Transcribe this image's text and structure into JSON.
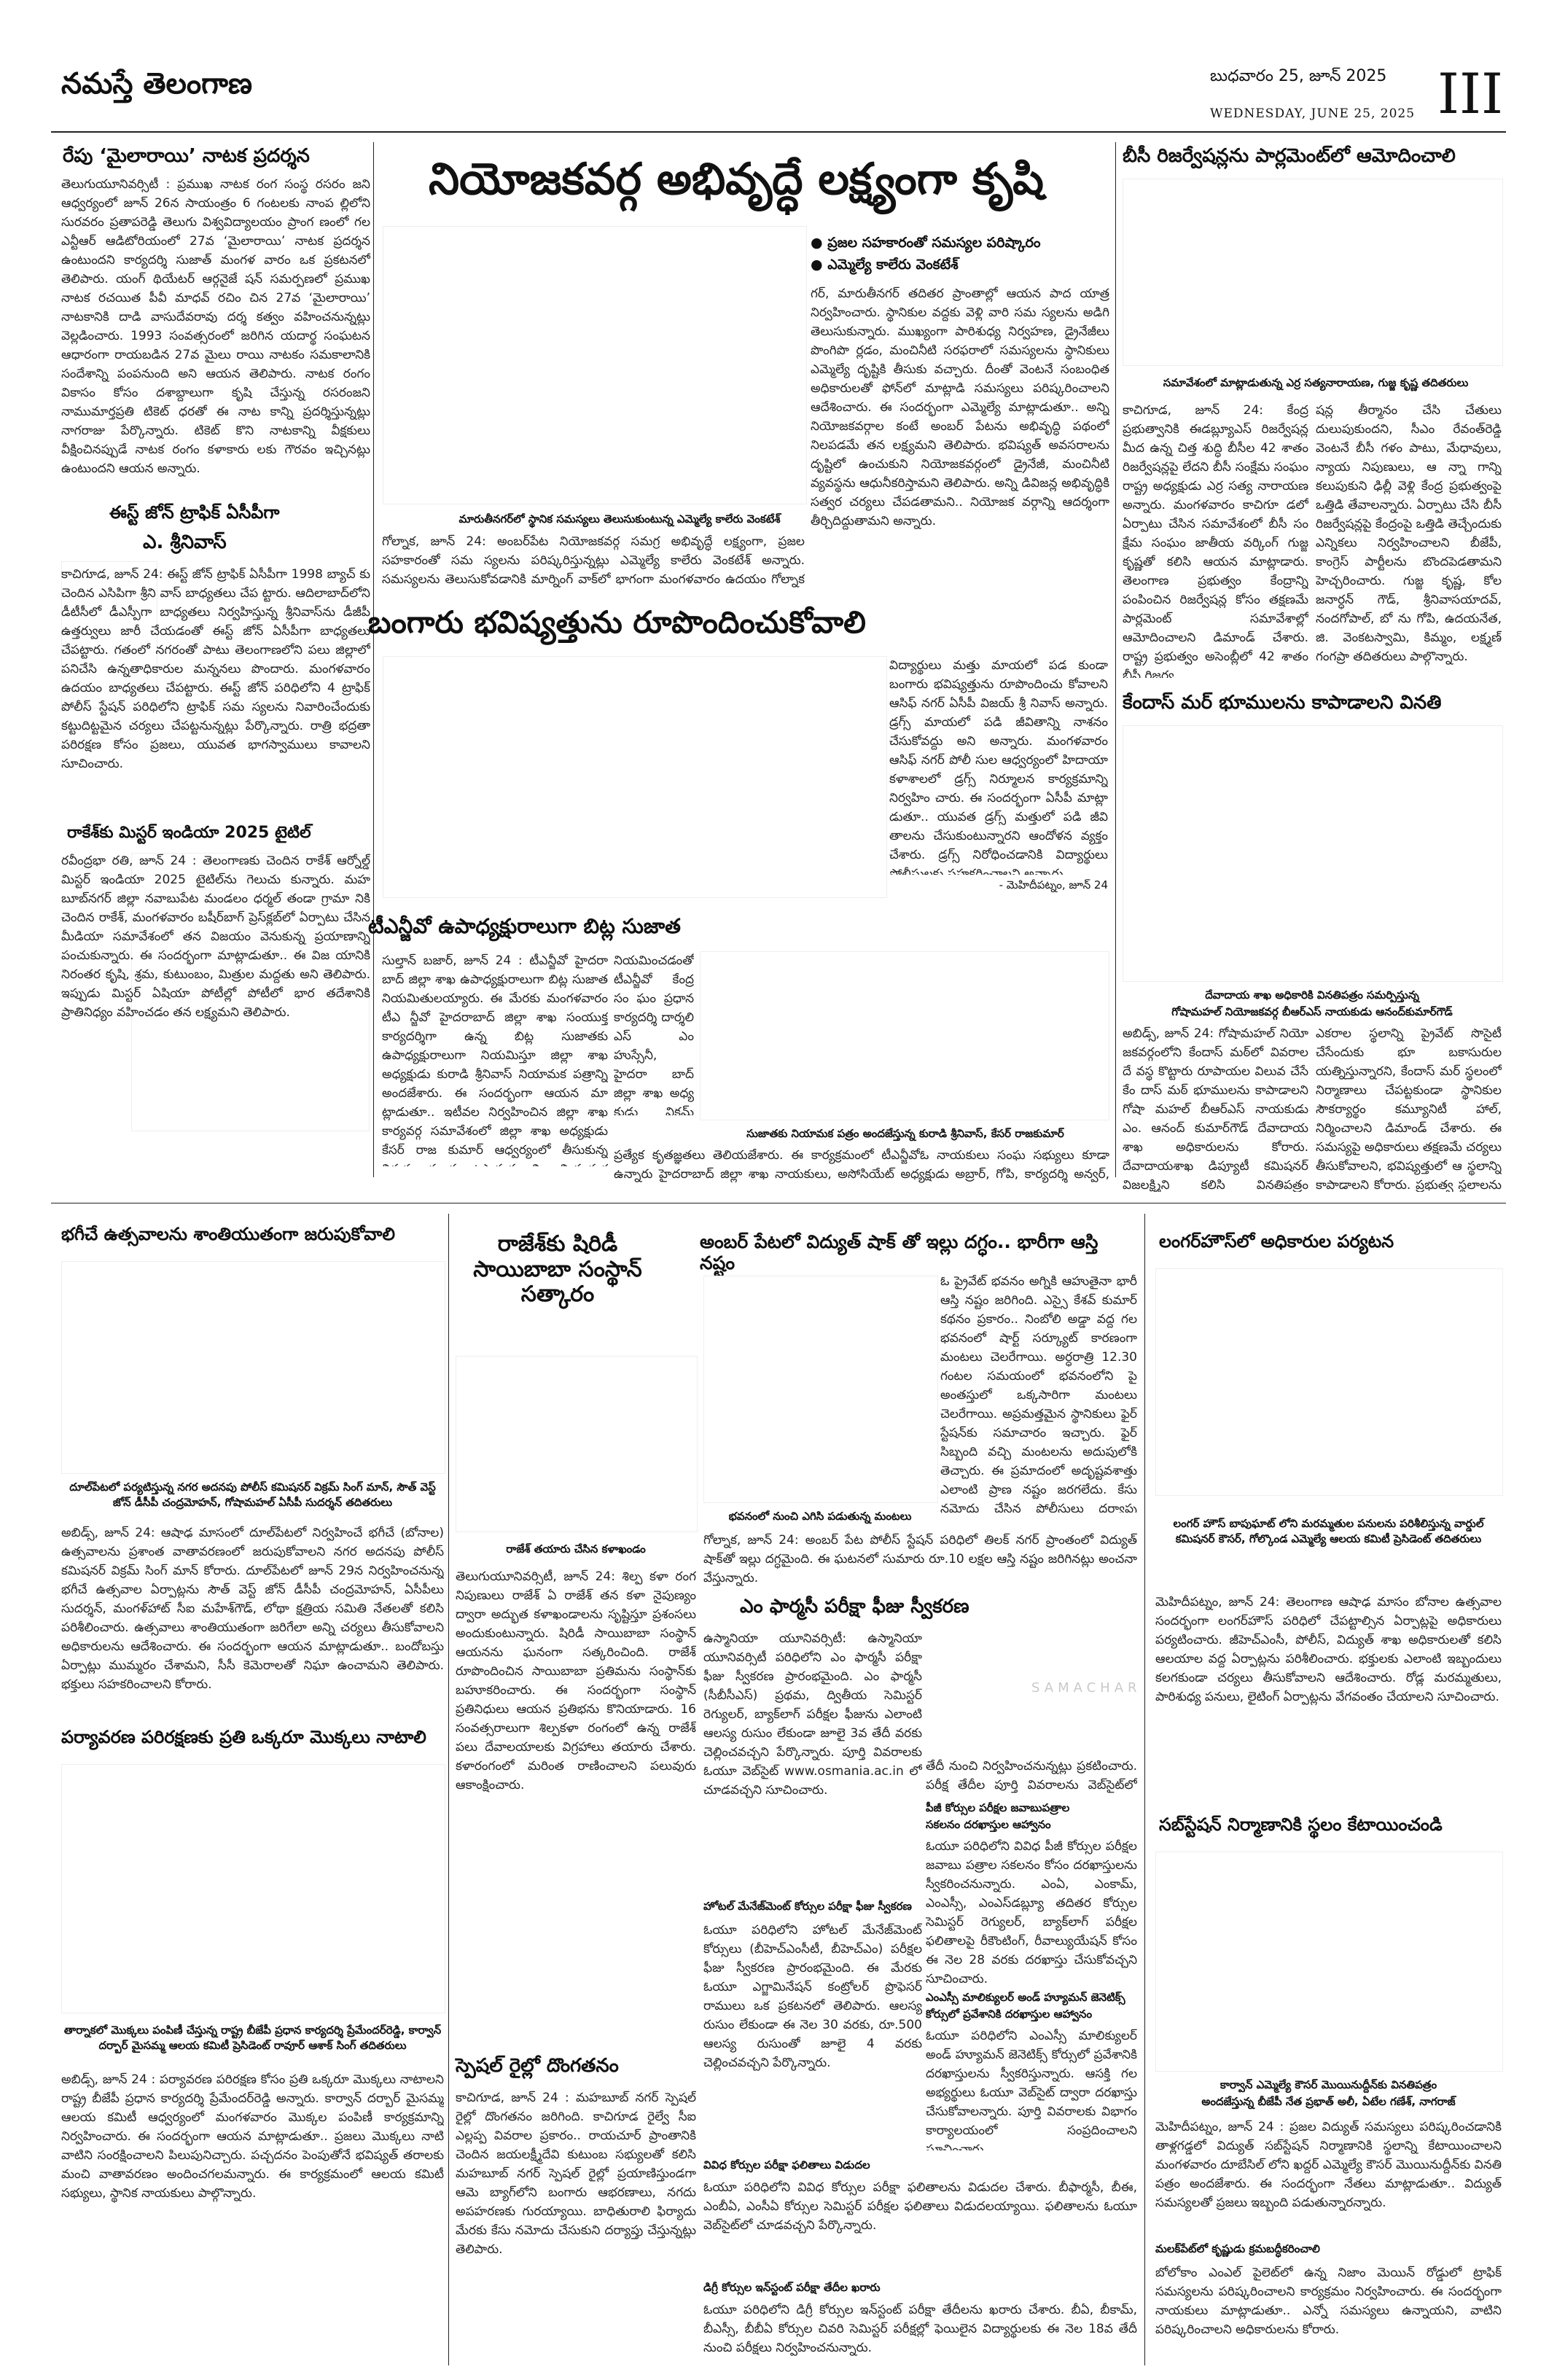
{
  "masthead": {
    "brand": "నమస్తే తెలంగాణ",
    "date_te": "బుధవారం 25, జూన్ 2025",
    "date_en": "WEDNESDAY, JUNE 25, 2025",
    "page": "III"
  },
  "mailarayi": {
    "headline": "రేపు ‘మైలారాయి’ నాటక ప్రదర్శన",
    "body": "తెలుగుయూనివర్సిటీ : ప్రముఖ నాటక రంగ సంస్థ రసరం జని ఆధ్వర్యంలో జూన్ 26న సాయంత్రం 6 గంటలకు నాంప ల్లిలోని సురవరం ప్రతాపరెడ్డి తెలుగు విశ్వవిద్యాలయం ప్రాంగ ణంలో గల ఎన్టీఆర్ ఆడిటోరియంలో 27వ ‘మైలారాయి’ నాటక ప్రదర్శన ఉంటుందని కార్యదర్శి సుజాత్ మంగళ వారం ఒక ప్రకటనలో తెలిపారు. యంగ్ థియేటర్ ఆర్గనైజే షన్ సమర్పణలో ప్రముఖ నాటక రచయిత పీవీ మాధవ్ రచిం చిన 27వ ‘మైలారాయి’ నాటకానికి దాడి వాసుదేవరావు దర్శ కత్వం వహించనున్నట్లు వెల్లడించారు. 1993 సంవత్సరంలో జరిగిన యదార్థ సంఘటన ఆధారంగా రాయబడిన 27వ మైలు రాయి నాటకం సమకాలానికి సందేశాన్ని పంపనుంది అని ఆయన తెలిపారు. నాటక రంగం వికాసం కోసం దశాబ్దాలుగా కృషి చేస్తున్న రసరంజని నాముమార్తప్రతి టికెట్ ధరతో ఈ నాట కాన్ని ప్రదర్శిస్తున్నట్లు నాగరాజు పేర్కొన్నారు. టికెట్ కొని నాటకాన్ని వీక్షకులు వీక్షించినప్పుడే నాటక రంగం కళాకారు లకు గౌరవం ఇచ్చినట్లు ఉంటుందని ఆయన అన్నారు."
  },
  "acp": {
    "headline": "ఈస్ట్ జోన్ ట్రాఫిక్ ఏసీపీగా",
    "name": "ఎ. శ్రీనివాస్",
    "body": "కాచిగూడ, జూన్ 24: ఈస్ట్ జోన్ ట్రాఫిక్ ఏసీపీగా 1998 బ్యాచ్ కు చెందిన ఎసిపిగా శ్రీని వాస్ బాధ్యతలు చేప ట్టారు. ఆదిలాబాద్‌లోని డీటీసీలో డీఎస్పీగా బాధ్యతలు నిర్వహిస్తున్న శ్రీనివాస్‌ను డీజీపీ ఉత్తర్వులు జారీ చేయడంతో ఈస్ట్ జోన్ ఏసీపీగా బాధ్యతలు చేపట్టారు. గతంలో నగరంతో పాటు తెలంగాణలోని పలు జిల్లాలో పనిచేసి ఉన్నతాధికారుల మన్ననలు పొందారు. మంగళవారం ఉదయం బాధ్యతలు చేపట్టారు. ఈస్ట్ జోన్ పరిధిలోని 4 ట్రాఫిక్ పోలీస్ స్టేషన్ పరిధిలోని ట్రాఫిక్ సమ స్యలను నివారించేందుకు కట్టుదిట్టమైన చర్యలు చేపట్టనున్నట్లు పేర్కొన్నారు. రాత్రి భద్రతా పరిరక్షణ కోసం ప్రజలు, యువత భాగస్వాములు కావాలని సూచించారు."
  },
  "mrindia": {
    "headline": "రాకేశ్‌కు మిస్టర్ ఇండియా 2025 టైటిల్",
    "body": "రవీంద్రభా రతి, జూన్ 24 : తెలంగాణకు చెందిన రాకేశ్ ఆర్నోల్డ్ మిస్టర్ ఇండియా 2025 టైటిల్‌ను గెలుచు కున్నారు. మహ బూబ్‌నగర్ జిల్లా నవాబుపేట మండలం ధర్మల్ తండా గ్రామా నికి చెందిన రాకేశ్, మంగళవారం బషీర్‌బాగ్ ప్రెస్‌క్లబ్‌లో ఏర్పాటు చేసిన మీడియా సమావేశంలో తన విజయం వెనుకున్న ప్రయాణాన్ని పంచుకున్నారు. ఈ సందర్భంగా మాట్లాడుతూ.. ఈ విజ యానికి నిరంతర కృషి, శ్రమ, కుటుంబం, మిత్రుల మద్దతు అని తెలిపారు. ఇప్పుడు మిస్టర్ ఏషియా పోటీల్లో పోటీలో భార తదేశానికి ప్రాతినిధ్యం వహించడం తన లక్ష్యమని తెలిపారు."
  },
  "lead": {
    "headline": "నియోజకవర్గ అభివృద్ధే లక్ష్యంగా కృషి",
    "bullets": [
      "ప్రజల సహకారంతో సమస్యల పరిష్కారం",
      "ఎమ్మెల్యే కాలేరు వెంకటేశ్"
    ],
    "body": "గర్, మారుతీనగర్ తదితర ప్రాంతాల్లో ఆయన పాద యాత్ర నిర్వహించారు. స్థానికుల వద్దకు వెళ్లి వారి సమ స్యలను అడిగి తెలుసుకున్నారు. ముఖ్యంగా పారిశుధ్య నిర్వహణ, డ్రైనేజీలు పొంగిపొ ర్లడం, మంచినీటి సరఫరాలో సమస్యలను స్థానికులు ఎమ్మెల్యే దృష్టికి తీసుకు వచ్చారు. దీంతో వెంటనే సంబంధిత అధికారులతో ఫోన్‌లో మాట్లాడి సమస్యలు పరిష్కరించాలని ఆదేశించారు. ఈ సందర్భంగా ఎమ్మెల్యే మాట్లాడుతూ.. అన్ని నియోజకవర్గాల కంటే అంబర్ పేటను అభివృద్ధి పథంలో నిలపడమే తన లక్ష్యమని తెలిపారు. భవిష్యత్ అవసరాలను దృష్టిలో ఉంచుకుని నియోజకవర్గంలో డ్రైనేజీ, మంచినీటి వ్యవస్థను ఆధునీకరిస్తామని తెలిపారు. అన్ని డివిజన్ల అభివృద్ధికి సత్వర చర్యలు చేపడతామని.. నియోజక వర్గాన్ని ఆదర్శంగా తీర్చిదిద్దుతామని అన్నారు.",
    "caption": "మారుతీనగర్‌లో స్థానిక సమస్యలు తెలుసుకుంటున్న ఎమ్మెల్యే కాలేరు వెంకటేశ్",
    "caption_body": "గోల్నాక, జూన్ 24: అంబర్‌పేట నియోజకవర్గ సమగ్ర అభివృద్ధే లక్ష్యంగా, ప్రజల సహకారంతో సమ స్యలను పరిష్కరిస్తున్నట్లు ఎమ్మెల్యే కాలేరు వెంకటేశ్ అన్నారు. సమస్యలను తెలుసుకోవడానికి మార్నింగ్ వాక్‌లో భాగంగా మంగళవారం ఉదయం గోల్నాక డివిజన్‌లోని కమలానగర్, గంగానగర్, న్యూగోల్నాక ప్రాంతాల్లో పర్యటించారు."
  },
  "bangaru": {
    "headline": "బంగారు భవిష్యత్తును రూపొందించుకోవాలి",
    "body": "విద్యార్థులు మత్తు మాయలో పడ కుండా బంగారు భవిష్యత్తును రూపొందించు కోవాలని ఆసిఫ్ నగర్ ఏసీపీ విజయ్ శ్రీ నివాస్ అన్నారు. డ్రగ్స్ మాయలో పడి జీవితాన్ని నాశనం చేసుకోవద్దు అని అన్నారు. మంగళవారం ఆసిఫ్ నగర్ పోలీ సుల ఆధ్వర్యంలో హిదాయా కళాశాలలో డ్రగ్స్ నిర్మూలన కార్యక్రమాన్ని నిర్వహిం చారు. ఈ సందర్భంగా ఏసీపీ మాట్లా డుతూ.. యువత డ్రగ్స్ మత్తులో పడి జీవి తాలను చేసుకుంటున్నారని ఆందోళన వ్యక్తం చేశారు. డ్రగ్స్ నిరోధించడానికి విద్యార్థులు పోలీసులకు సహకరించాలని అన్నారు.",
    "credit": "- మెహిదీపట్నం, జూన్ 24"
  },
  "bc": {
    "headline": "బీసీ రిజర్వేషన్లను పార్లమెంట్‌లో ఆమోదించాలి",
    "caption": "సమావేశంలో మాట్లాడుతున్న ఎర్ర సత్యనారాయణ, గుజ్జ కృష్ణ తదితరులు",
    "body1": "కాచిగూడ, జూన్ 24: కేంద్ర ప్రభుత్వానికి ఈడబ్ల్యూఎస్ రిజర్వేషన్ల మీద ఉన్న చిత్త శుద్ధి బీసీల 42 శాతం రిజర్వేషన్లపై లేదని బీసీ సంక్షేమ సంఘం రాష్ట్ర అధ్యక్షుడు ఎర్ర సత్య నారాయణ అన్నారు. మంగళవారం కాచిగూ డలో ఏర్పాటు చేసిన సమావేశంలో బీసీ సం క్షేమ సంఘం జాతీయ వర్కింగ్ గుజ్జ కృష్ణతో కలిసి ఆయన మాట్లాడారు. తెలంగాణ ప్రభుత్వం కేంద్రాన్ని పంపించిన రిజర్వేషన్ల కోసం తక్షణమే పార్లమెంట్ సమావేశాల్లో ఆమోదించాలని డిమాండ్ చేశారు. రాష్ట్ర ప్రభుత్వం అసెంబ్లీలో 42 శాతం బీసీ రిజర్వ",
    "body2": "షన్ల తీర్మానం చేసి చేతులు దులుపుకుందని, సీఎం రేవంత్‌రెడ్డి వెంటనే బీసీ గళం పాటు, మేధావులు, న్యాయ నిపుణులు, ఆ న్నా గాన్ని కలుపుకుని ఢిల్లీ వెళ్లి కేంద్ర ప్రభుత్వంపై ఒత్తిడి తేవాలన్నారు. ఏర్పాటు చేసి బీసీ రిజర్వేషన్లపై కేంద్రంపై ఒత్తిడి తెచ్చేందుకు ఎన్నికలు నిర్వహించాలని బీజేపీ, కాంగ్రెస్ పార్టీలను బొందపెడతామని హెచ్చరించారు. గుజ్జ కృష్ణ, కోల జనార్ధన్ గౌడ్, శ్రీనివాసయాదవ్, నందగోపాల్, బో ను గోపి, ఉదయనేత, జి. వెంకటస్వామి, కిమ్మం, లక్ష్మణ్ గంగప్రా తదితరులు పాల్గొన్నారు."
  },
  "kendas": {
    "headline": "కేందాస్ మర్ భూములను కాపాడాలని వినతి",
    "caption1": "దేవాదాయ శాఖ అధికారికి వినతిపత్రం సమర్పిస్తున్న",
    "caption2": "గోషామహల్ నియోజకవర్గ బీఆర్‌ఎస్ నాయకుడు ఆనంద్‌కుమార్‌గౌడ్",
    "body1": "అబిడ్స్, జూన్ 24: గోషామహల్ నియో జకవర్గంలోని కేందాస్ మఠ్‌లో వివరాల దే వస్థ కొట్టారు రూపాయల విలువ చేసే కేం దాస్ మఠ్ భూములను కాపాడాలని గోషా మహల్ బీఆర్‌ఎస్ నాయకుడు ఎం. ఆనంద్ కుమార్‌గౌడ్ దేవాదాయ శాఖ అధికారులను కోరారు. దేవాదాయశాఖ డిప్యూటీ కమిషనర్ విజలక్ష్మిని కలిసి వినతిపత్రం అందజేశారు. ఎన్నో సంవత్సరాలుగా ఆ స్థలం ప్రజల ఆస్తిగా ఉందని, గత కొంత కాలంగా కొందరు వ్యక్తులు అక్రమ నిర్మాణాలు చేపడుతున్నారని ఆరోపించారు.",
    "body2": "ఎకరాల స్థలాన్ని ప్రైవేట్ సొసైటీ చేసేందుకు భూ బకాసురుల యత్నిస్తున్నారని, కేందాస్ మర్ స్థలంలో నిర్మాణాలు చేపట్టకుండా స్థానికుల సౌకర్యార్థం కమ్యూనిటీ హాల్, నిర్మించాలని డిమాండ్ చేశారు. ఈ సమస్యపై అధికారులు తక్షణమే చర్యలు తీసుకోవాలని, భవిష్యత్తులో ఆ స్థలాన్ని కాపాడాలని కోరారు. ప్రభుత్వ స్థలాలను ఆక్రమిస్తున్న వారిపై కఠిన చర్యలు తీసుకోవాలని ఆయన సూచించారు. ఈ కార్యక్రమంలో పలువురు నాయకులు పాల్గొన్నారు."
  },
  "tngo": {
    "headline": "టీఎన్జీవో ఉపాధ్యక్షురాలుగా బిట్ల సుజాత",
    "caption": "సుజాతకు నియామక పత్రం అందజేస్తున్న కురాడి శ్రీనివాస్, కేసర్ రాజకుమార్",
    "body1": "సుల్తాన్ బజార్, జూన్ 24 : టీఎన్జీవో హైదరా బాద్ జిల్లా శాఖ ఉపాధ్యక్షురాలుగా బిట్ల సుజాత నియమితులయ్యారు. ఈ మేరకు మంగళవారం టీఎ న్జీవో హైదరాబాద్ జిల్లా శాఖ సంయుక్త కార్యదర్శిగా ఉన్న బిట్ల సుజాతకు ఉపాధ్యక్షురాలుగా నియమిస్తూ జిల్లా శాఖ అధ్యక్షుడు కురాడి శ్రీనివాస్ నియామక పత్రాన్ని అందజేశారు. ఈ సందర్భంగా ఆయన మా ట్లాడుతూ.. ఇటీవల నిర్వహించిన జిల్లా శాఖ కార్యవర్గ సమావేశంలో జిల్లా శాఖ అధ్యక్షుడు కేసర్ రాజ కుమార్ ఆధ్వర్యంలో తీసుకున్న నిర్ణయం ప్రకారం ఉపాధ్యక్షురాలిగా నియామక పత్రాన్ని అందజేయడం జరిగిందన్నారు.",
    "body2": "నియమించడంతో టీఎన్జీవో కేంద్ర సం ఘం ప్రధాన కార్యదర్శి దార్శలి ఎస్ ఎం హుస్సేనీ, హైదరా బాద్ జిల్లా శాఖ అధ్య క్షుడు విక్రమ్ కుమార్ కార్యదర్శి ఖాదర్ బతి, జిల్లా శాఖ కార్యదర్శి శ్రీని వాస్, అసోసియేట్ అధ్యక్షుడు కేసర్ రాజ కుమార్, కోశాధికారి లక్ష్మణ్ తదితరులు అభి నందించారు. ఉద్యోగుల సమస్యల పరిష్కారానికి కృషి చేస్తానని సుజాత తెలిపారు.",
    "body3": "ప్రత్యేక కృతజ్ఞతలు తెలియజేశారు. ఈ కార్యక్రమంలో టీఎన్జీవోఓ నాయకులు సంఘ సభ్యులు కూడా ఉన్నారు హైదరాబాద్ జిల్లా శాఖ నాయకులు, అసోసియేట్ అధ్యక్షుడు అబ్రార్, గోపి, కార్యదర్శి అన్వర్, గీత, సత్యవతి తదితరులు పాల్గొన్నారు."
  },
  "bhagi": {
    "headline": "భగీచే ఉత్సవాలను శాంతియుతంగా జరుపుకోవాలి",
    "caption": "దూల్‌పేటలో పర్యటిస్తున్న నగర అదనపు పోలీస్ కమిషనర్ విక్రమ్ సింగ్ మాన్, సౌత్ వెస్ట్ జోన్ డీసీపీ చంద్రమోహన్, గోషామహల్ ఏసీపీ సుదర్శన్ తదితరులు",
    "body": "అబిడ్స్, జూన్ 24: ఆషాఢ మాసంలో దూల్‌పేటలో నిర్వహించే భగీచే (బోనాల) ఉత్సవాలను ప్రశాంత వాతావరణంలో జరుపుకోవాలని నగర అదనపు పోలీస్ కమిషనర్ విక్రమ్ సింగ్ మాన్ కోరారు. దూల్‌పేటలో జూన్ 29న నిర్వహించనున్న భగీచే ఉత్సవాల ఏర్పాట్లను సౌత్ వెస్ట్ జోన్ డీసీపీ చంద్రమోహన్, ఏసీపీలు సుదర్శన్, మంగళ్‌హాట్ సీఐ మహేశ్‌గౌడ్, లోథా క్షత్రియ సమితి నేతలతో కలిసి పరిశీలించారు. ఉత్సవాలు శాంతియుతంగా జరిగేలా అన్ని చర్యలు తీసుకోవాలని అధికారులను ఆదేశించారు. ఈ సందర్భంగా ఆయన మాట్లాడుతూ.. బందోబస్తు ఏర్పాట్లు ముమ్మరం చేశామని, సీసీ కెమెరాలతో నిఘా ఉంచామని తెలిపారు. భక్తులు సహకరించాలని కోరారు."
  },
  "paryavarana": {
    "headline": "పర్యావరణ పరిరక్షణకు ప్రతి ఒక్కరూ మొక్కలు నాటాలి",
    "caption": "తార్నాకలో మొక్కలు పంపిణీ చేస్తున్న రాష్ట్ర బీజేపీ ప్రధాన కార్యదర్శి ప్రేమేందర్‌రెడ్డి, కార్వాన్ దర్బార్ మైసమ్మ ఆలయ కమిటీ ప్రెసిడెంట్ రావూర్ ఆశాక్ సింగ్ తదితరులు",
    "body": "అబిడ్స్, జూన్ 24 : పర్యావరణ పరిరక్షణ కోసం ప్రతి ఒక్కరూ మొక్కలు నాటాలని రాష్ట్ర బీజేపీ ప్రధాన కార్యదర్శి ప్రేమేందర్‌రెడ్డి అన్నారు. కార్వాన్ దర్బార్ మైసమ్మ ఆలయ కమిటీ ఆధ్వర్యంలో మంగళవారం మొక్కల పంపిణీ కార్యక్రమాన్ని నిర్వహించారు. ఈ సందర్భంగా ఆయన మాట్లాడుతూ.. ప్రజలు మొక్కలు నాటి వాటిని సంరక్షించాలని పిలుపునిచ్చారు. పచ్చదనం పెంపుతోనే భవిష్యత్ తరాలకు మంచి వాతావరణం అందించగలమన్నారు. ఈ కార్యక్రమంలో ఆలయ కమిటీ సభ్యులు, స్థానిక నాయకులు పాల్గొన్నారు."
  },
  "shirdi": {
    "headline": "రాజేశ్‌కు షిరిడీ సాయిబాబా సంస్థాన్ సత్కారం",
    "caption": "రాజేశ్ తయారు చేసిన కళాఖండం",
    "body": "తెలుగుయూనివర్సిటీ, జూన్ 24: శిల్ప కళా రంగ నిపుణులు రాజేశ్ ఏ రాజేశ్ తన కళా నైపుణ్యం ద్వారా అద్భుత కళాఖండాలను సృష్టిస్తూ ప్రశంసలు అందుకుంటున్నారు. షిరిడీ సాయిబాబా సంస్థాన్ ఆయనను ఘనంగా సత్కరించింది. రాజేశ్ రూపొందించిన సాయిబాబా ప్రతిమను సంస్థాన్‌కు బహూకరించారు. ఈ సందర్భంగా సంస్థాన్ ప్రతినిధులు ఆయన ప్రతిభను కొనియాడారు. 16 సంవత్సరాలుగా శిల్పకళా రంగంలో ఉన్న రాజేశ్ పలు దేవాలయాలకు విగ్రహాలు తయారు చేశారు. కళారంగంలో మరింత రాణించాలని పలువురు ఆకాంక్షించారు."
  },
  "railway": {
    "headline": "స్పెషల్ రైల్లో దొంగతనం",
    "body": "కాచిగూడ, జూన్ 24 : మహబూబ్ నగర్ స్పెషల్ రైల్లో దొంగతనం జరిగింది. కాచిగూడ రైల్వే సీఐ ఎల్లప్ప వివరాల ప్రకారం.. రాయచూర్ ప్రాంతానికి చెందిన జయలక్ష్మీదేవి కుటుంబ సభ్యులతో కలిసి మహబూబ్ నగర్ స్పెషల్ రైల్లో ప్రయాణిస్తుండగా ఆమె బ్యాగ్‌లోని బంగారు ఆభరణాలు, నగదు అపహరణకు గురయ్యాయి. బాధితురాలి ఫిర్యాదు మేరకు కేసు నమోదు చేసుకుని దర్యాప్తు చేస్తున్నట్లు తెలిపారు."
  },
  "amberpet": {
    "headline": "అంబర్ పేటలో విద్యుత్ షాక్ తో ఇల్లు దగ్ధం.. భారీగా ఆస్తి నష్టం",
    "caption": "భవనంలో నుంచి ఎగిసి పడుతున్న మంటలు",
    "body1": "ఓ ప్రైవేట్ భవనం అగ్నికి ఆహుతైనా భారీ ఆస్తి నష్టం జరిగింది. ఎస్సై కేశవ్ కుమార్ కథనం ప్రకారం.. నింబోలి అడ్డా వద్ద గల భవనంలో షార్ట్ సర్క్యూట్ కారణంగా మంటలు చెలరేగాయి. అర్ధరాత్రి 12.30 గంటల సమయంలో భవనంలోని పై అంతస్తులో ఒక్కసారిగా మంటలు చెలరేగాయి. అప్రమత్తమైన స్థానికులు ఫైర్ స్టేషన్‌కు సమాచారం ఇచ్చారు. ఫైర్ సిబ్బంది వచ్చి మంటలను అదుపులోకి తెచ్చారు. ఈ ప్రమాదంలో అదృష్టవశాత్తు ఎలాంటి ప్రాణ నష్టం జరగలేదు. కేసు నమోదు చేసిన పోలీసులు దర్యాప్తు చేస్తున్నారు.",
    "body2": "గోల్నాక, జూన్ 24: అంబర్ పేట పోలీస్ స్టేషన్ పరిధిలో తిలక్ నగర్ ప్రాంతంలో విద్యుత్ షాక్‌తో ఇల్లు దగ్ధమైంది. ఈ ఘటనలో సుమారు రూ.10 లక్షల ఆస్తి నష్టం జరిగినట్లు అంచనా వేస్తున్నారు."
  },
  "pharmacy": {
    "headline": "ఎం ఫార్మసీ పరీక్షా ఫీజు స్వీకరణ",
    "body": "ఉస్మానియా యూనివర్సిటీ: ఉస్మానియా యూనివర్సిటీ పరిధిలోని ఎం ఫార్మసీ పరీక్షా ఫీజు స్వీకరణ ప్రారంభమైంది. ఎం ఫార్మసీ (సీబీసీఎస్) ప్రథమ, ద్వితీయ సెమిస్టర్ రెగ్యులర్, బ్యాక్‌లాగ్ పరీక్షల ఫీజును ఎలాంటి ఆలస్య రుసుం లేకుండా జూలై 3వ తేదీ వరకు చెల్లించవచ్చని పేర్కొన్నారు. పూర్తి వివరాలకు ఓయూ వెబ్‌సైట్ www.osmania.ac.in లో చూడవచ్చని సూచించారు.",
    "sub": "హోటల్ మేనేజ్‌మెంట్ కోర్సుల పరీక్షా ఫీజు స్వీకరణ",
    "sub_body": "ఓయూ పరిధిలోని హోటల్ మేనేజ్‌మెంట్ కోర్సులు (బీహెచ్ఎంసీటీ, బీహెచ్ఎం) పరీక్షల ఫీజు స్వీకరణ ప్రారంభమైంది. ఈ మేరకు ఓయూ ఎగ్జామినేషన్ కంట్రోలర్ ప్రొఫెసర్ రాములు ఒక ప్రకటనలో తెలిపారు. ఆలస్య రుసుం లేకుండా ఈ నెల 30 వరకు, రూ.500 ఆలస్య రుసుంతో జూలై 4 వరకు చెల్లించవచ్చని పేర్కొన్నారు."
  },
  "exams": {
    "watermark": "SAMACHAR",
    "intro": "తేదీ నుంచి నిర్వహించనున్నట్లు ప్రకటించారు. పరీక్ష తేదీల పూర్తి వివరాలను వెబ్‌సైట్‌లో చూడవచ్చన్నారు.",
    "s1": "పీజీ కోర్సుల పరీక్షల జవాబుపత్రాల",
    "s1b": "సకలనం దరఖాస్తుల ఆహ్వానం",
    "s1_body": "ఓయూ పరిధిలోని వివిధ పీజీ కోర్సుల పరీక్షల జవాబు పత్రాల సకలనం కోసం దరఖాస్తులను స్వీకరించనున్నారు. ఎంఏ, ఎంకామ్, ఎంఎస్సీ, ఎంఎస్‌డబ్ల్యూ తదితర కోర్సుల సెమిస్టర్ రెగ్యులర్, బ్యాక్‌లాగ్ పరీక్షల ఫలితాలపై రీకౌంటింగ్, రీవాల్యుయేషన్ కోసం ఈ నెల 28 వరకు దరఖాస్తు చేసుకోవచ్చని సూచించారు.",
    "s2": "ఎంఎస్సీ మాలిక్యులర్ అండ్ హ్యూమన్ జెనెటిక్స్",
    "s2b": "కోర్సులో ప్రవేశానికి దరఖాస్తుల ఆహ్వానం",
    "s2_body": "ఓయూ పరిధిలోని ఎంఎస్సీ మాలిక్యులర్ అండ్ హ్యూమన్ జెనెటిక్స్ కోర్సులో ప్రవేశానికి దరఖాస్తులను స్వీకరిస్తున్నారు. ఆసక్తి గల అభ్యర్థులు ఓయూ వెబ్‌సైట్ ద్వారా దరఖాస్తు చేసుకోవాలన్నారు. పూర్తి వివరాలకు విభాగం కార్యాలయంలో సంప్రదించాలని సూచించారు.",
    "s3": "వివిధ కోర్సుల పరీక్షా ఫలితాలు విడుదల",
    "s3_body": "ఓయూ పరిధిలోని వివిధ కోర్సుల పరీక్షా ఫలితాలను విడుదల చేశారు. బీఫార్మసీ, బీఈ, ఎంబీఏ, ఎంసీఏ కోర్సుల సెమిస్టర్ పరీక్షల ఫలితాలు విడుదలయ్యాయి. ఫలితాలను ఓయూ వెబ్‌సైట్‌లో చూడవచ్చని పేర్కొన్నారు.",
    "s4": "డిగ్రీ కోర్సుల ఇన్‌స్టంట్ పరీక్షా తేదీల ఖరారు",
    "s4_body": "ఓయూ పరిధిలోని డిగ్రీ కోర్సుల ఇన్‌స్టంట్ పరీక్షా తేదీలను ఖరారు చేశారు. బీఏ, బీకామ్, బీఎస్సీ, బీబీఏ కోర్సుల చివరి సెమిస్టర్ పరీక్షల్లో ఫెయిలైన విద్యార్థులకు ఈ నెల 18వ తేదీ నుంచి పరీక్షలు నిర్వహించనున్నారు."
  },
  "langar": {
    "headline": "లంగర్‌హౌస్‌లో అధికారుల పర్యటన",
    "caption": "లంగర్ హౌస్ బాపుఘాట్ లోని మరమ్మతుల పనులను పరిశీలిస్తున్న వార్డుల్ కమిషనర్ కౌసర్, గోల్కొండ ఎమ్మెల్యే ఆలయ కమిటీ ప్రెసిడెంట్ తదితరులు",
    "body": "మెహిదీపట్నం, జూన్ 24: తెలంగాణ ఆషాఢ మాసం బోనాల ఉత్సవాల సందర్భంగా లంగర్‌హౌస్ పరిధిలో చేపట్టాల్సిన ఏర్పాట్లపై అధికారులు పర్యటించారు. జీహెచ్ఎంసీ, పోలీస్, విద్యుత్ శాఖ అధికారులతో కలిసి ఆలయాల వద్ద ఏర్పాట్లను పరిశీలించారు. భక్తులకు ఎలాంటి ఇబ్బందులు కలగకుండా చర్యలు తీసుకోవాలని ఆదేశించారు. రోడ్ల మరమ్మతులు, పారిశుధ్య పనులు, లైటింగ్ ఏర్పాట్లను వేగవంతం చేయాలని సూచించారు."
  },
  "substation": {
    "headline": "సబ్‌స్టేషన్ నిర్మాణానికి స్థలం కేటాయించండి",
    "caption1": "కార్వాన్ ఎమ్మెల్యే కౌసర్ మొయినుద్దీన్‌కు వినతిపత్రం",
    "caption2": "అందజేస్తున్న బీజేపీ నేత ప్రభాత్ అలీ, ఏటేల గణేశ్, నాగరాజ్",
    "body": "మెహిదీపట్నం, జూన్ 24 : ప్రజల విద్యుత్ సమస్యలు పరిష్కరించడానికి తాళ్లగడ్డలో విద్యుత్ సబ్‌స్టేషన్ నిర్మాణానికి స్థలాన్ని కేటాయించాలని మంగళవారం దూబేసిల్ లోని ఖద్దర్ ఎమ్మెల్యే కౌసర్ మొయినుద్దీన్‌కు వినతి పత్రం అందజేశారు. ఈ సందర్భంగా నేతలు మాట్లాడుతూ.. విద్యుత్ సమస్యలతో ప్రజలు ఇబ్బంది పడుతున్నారన్నారు.",
    "sub": "మలక్‌పేట్‌లో కృష్ణుడు క్రమబద్ధీకరించాలి",
    "sub_body": "బోలోకాం ఎంఎల్‌ పైలెట్‌లో ఉన్న నిజాం మెయిన్ రోడ్డులో ట్రాఫిక్ సమస్యలను పరిష్కరించాలని కార్యక్రమం నిర్వహించారు. ఈ సందర్భంగా నాయకులు మాట్లాడుతూ.. ఎన్నో సమస్యలు ఉన్నాయని, వాటిని పరిష్కరించాలని అధికారులను కోరారు."
  }
}
